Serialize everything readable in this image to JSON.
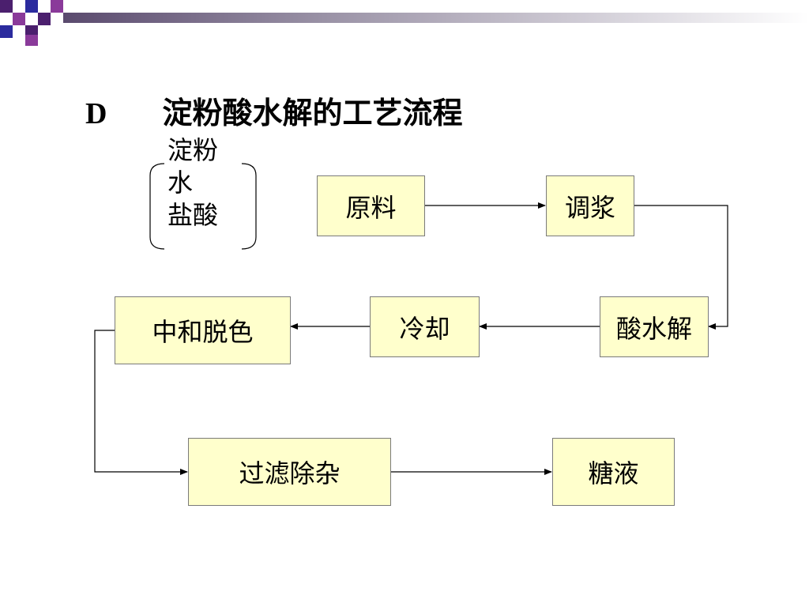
{
  "slide": {
    "title_letter": "D",
    "title_text": "淀粉酸水解的工艺流程"
  },
  "ingredients": [
    "淀粉",
    "水",
    "盐酸"
  ],
  "steps": {
    "raw_material": "原料",
    "slurry": "调浆",
    "acid_hydrolysis": "酸水解",
    "cooling": "冷却",
    "neutralize_decolor": "中和脱色",
    "filter_purify": "过滤除杂",
    "sugar_liquid": "糖液"
  },
  "colors": {
    "box_fill": "#ffffcc",
    "box_border": "#7a7a7a",
    "decor_purple": "#4b1f6e",
    "decor_violet": "#8a3a9a",
    "decor_blue": "#2b2b9e",
    "header_bar": "#cfcfcf"
  }
}
